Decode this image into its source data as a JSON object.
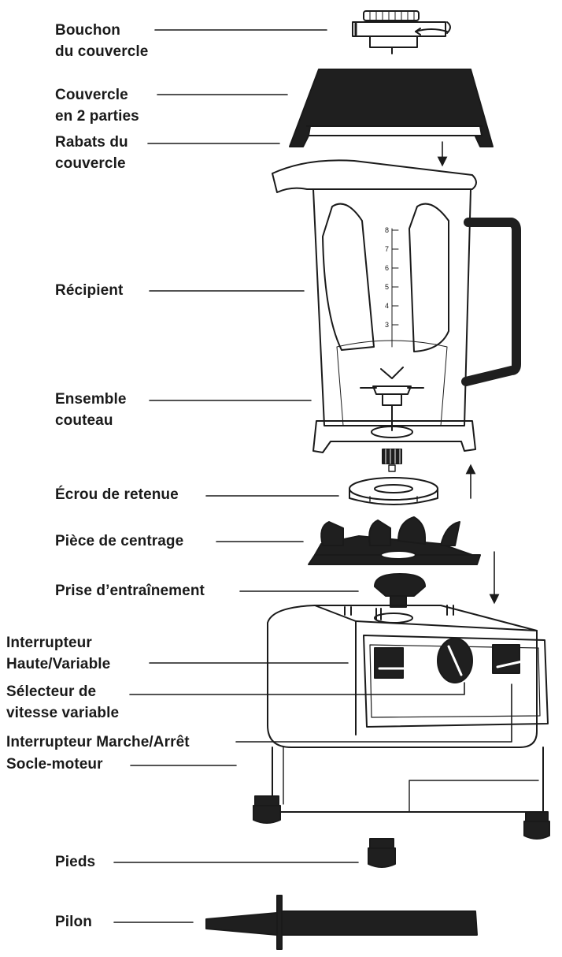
{
  "labels": {
    "bouchon": [
      "Bouchon",
      "du couvercle"
    ],
    "couvercle": [
      "Couvercle",
      "en 2 parties"
    ],
    "rabats": [
      "Rabats du",
      "couvercle"
    ],
    "recipient": [
      "Récipient"
    ],
    "couteau": [
      "Ensemble",
      "couteau"
    ],
    "ecrou": [
      "Écrou de retenue"
    ],
    "centrage": [
      "Pièce de centrage"
    ],
    "prise": [
      "Prise d’entraînement"
    ],
    "interrupteur_hv": [
      "Interrupteur",
      "Haute/Variable"
    ],
    "selecteur": [
      "Sélecteur de",
      "vitesse variable"
    ],
    "marche_arret": [
      "Interrupteur Marche/Arrêt"
    ],
    "socle": [
      "Socle-moteur"
    ],
    "pieds": [
      "Pieds"
    ],
    "pilon": [
      "Pilon"
    ]
  },
  "scale_marks": [
    "8",
    "7",
    "6",
    "5",
    "4",
    "3"
  ],
  "colors": {
    "ink": "#1a1a1a",
    "paper": "#ffffff",
    "fill_dark": "#1f1f1f"
  }
}
